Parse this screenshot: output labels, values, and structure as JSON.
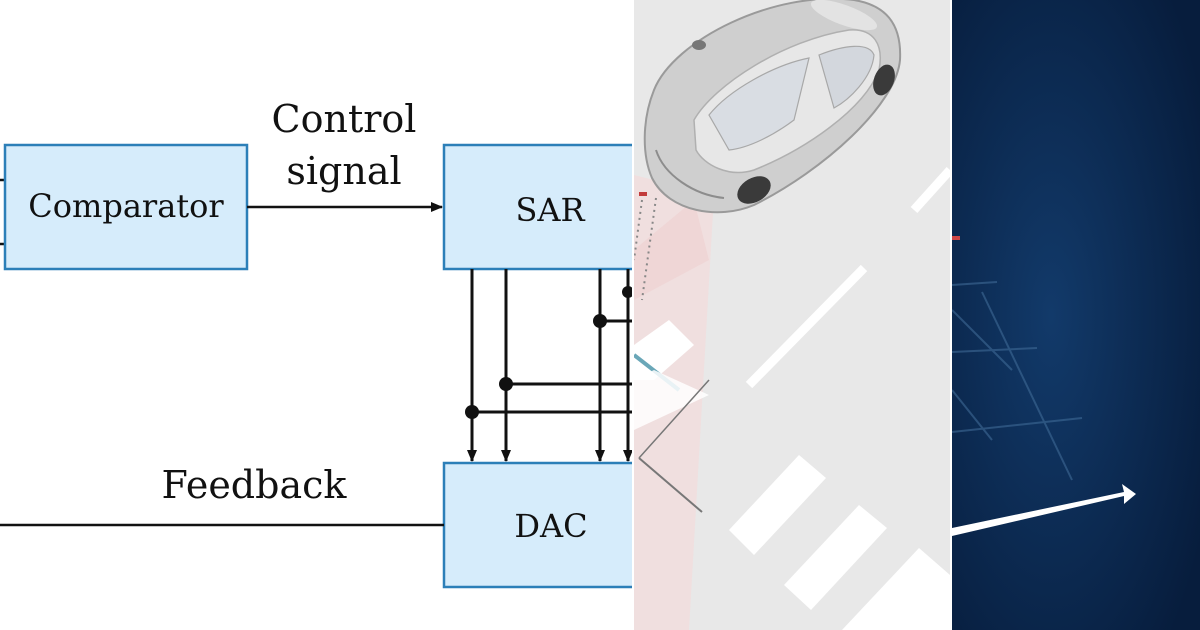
{
  "diagram": {
    "blocks": {
      "comparator": "Comparator",
      "sar": "SAR",
      "dac": "DAC"
    },
    "labels": {
      "control_line1": "Control",
      "control_line2": "signal",
      "feedback": "Feedback"
    }
  },
  "colors": {
    "block_fill": "#d6ecfb",
    "block_stroke": "#2c7fb8",
    "road": "#e8e8e8",
    "dark_panel": "#0b2a52"
  },
  "icons": [
    "car-illustration",
    "arrow-icon"
  ]
}
